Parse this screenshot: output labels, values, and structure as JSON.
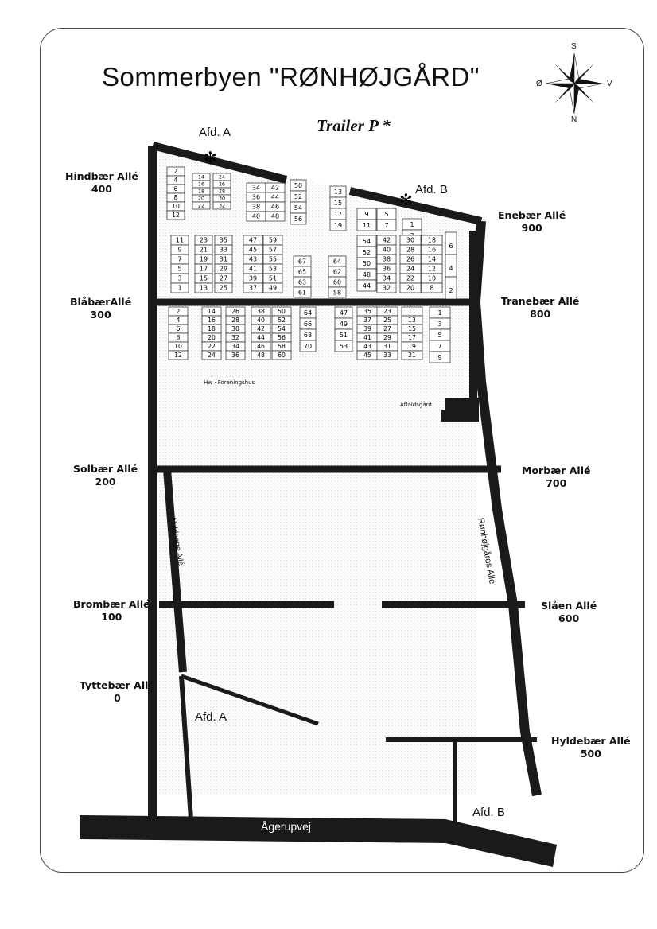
{
  "title": "Sommerbyen \"RØNHØJGÅRD\"",
  "subtitle": "Trailer P *",
  "compass": {
    "north": "N",
    "south": "S",
    "east": "Ø",
    "west": "V"
  },
  "streets": {
    "hindbaer": {
      "name": "Hindbær Allé",
      "number": "400"
    },
    "blabaer": {
      "name": "BlåbærAllé",
      "number": "300"
    },
    "solbaer": {
      "name": "Solbær Allé",
      "number": "200"
    },
    "brombaer": {
      "name": "Brombær Allé",
      "number": "100"
    },
    "tyttebaer": {
      "name": "Tyttebær Allé",
      "number": "0"
    },
    "enebaer": {
      "name": "Enebær Allé",
      "number": "900"
    },
    "tranebaer": {
      "name": "Tranebær Allé",
      "number": "800"
    },
    "morbaer": {
      "name": "Morbær Allé",
      "number": "700"
    },
    "slaen": {
      "name": "Slåen Allé",
      "number": "600"
    },
    "hyldebaer": {
      "name": "Hyldebær Allé",
      "number": "500"
    }
  },
  "sections": {
    "afd_a_top": "Afd. A",
    "afd_b_top": "Afd. B",
    "afd_a_bottom": "Afd. A",
    "afd_b_bottom": "Afd. B"
  },
  "roads": {
    "agerupvej": "Ågerupvej",
    "ronhojgards_alle": "Rønhøjgårds Allé",
    "jyderup_alle": "Hyldeage Allé"
  },
  "places": {
    "foreningshus": "Foreningshus",
    "affaldsgard": "Affaldsgård",
    "plus": "Hw"
  },
  "blocks": [
    {
      "col": [
        2,
        4,
        6,
        8,
        10,
        12
      ]
    },
    {
      "col": [
        14,
        16,
        18,
        20,
        22
      ]
    },
    {
      "col": [
        24,
        26,
        28,
        30,
        32
      ]
    },
    {
      "col": [
        34,
        36,
        38,
        40
      ]
    },
    {
      "col": [
        42,
        44,
        46,
        48
      ]
    },
    {
      "col": [
        50,
        52,
        54,
        56
      ]
    },
    {
      "col": [
        13,
        15,
        17,
        19
      ]
    },
    {
      "col": [
        11,
        9,
        7,
        5,
        3,
        1
      ]
    },
    {
      "col": [
        23,
        21,
        19,
        17,
        15,
        13
      ]
    },
    {
      "col": [
        35,
        33,
        31,
        29,
        27,
        25
      ]
    },
    {
      "col": [
        47,
        45,
        43,
        41,
        39,
        37
      ]
    },
    {
      "col": [
        59,
        57,
        55,
        53,
        51,
        49
      ]
    },
    {
      "col": [
        67,
        65,
        63,
        61
      ]
    },
    {
      "col": [
        64,
        62,
        60,
        58
      ]
    },
    {
      "col": [
        9,
        11
      ]
    },
    {
      "col": [
        5,
        7
      ]
    },
    {
      "col": [
        1,
        3
      ]
    },
    {
      "col": [
        54,
        52,
        50,
        48,
        44
      ]
    },
    {
      "col": [
        42,
        40,
        38,
        36,
        34,
        32
      ]
    },
    {
      "col": [
        30,
        28,
        26,
        24,
        22,
        20
      ]
    },
    {
      "col": [
        18,
        16,
        14,
        12,
        10,
        8
      ]
    },
    {
      "col": [
        6,
        4,
        2
      ]
    },
    {
      "col": [
        2,
        4,
        6,
        8,
        10,
        12
      ]
    },
    {
      "col": [
        14,
        16,
        18,
        20,
        22,
        24
      ]
    },
    {
      "col": [
        26,
        28,
        30,
        32,
        34,
        36
      ]
    },
    {
      "col": [
        38,
        40,
        42,
        44,
        46,
        48
      ]
    },
    {
      "col": [
        50,
        52,
        54,
        56,
        58,
        60
      ]
    },
    {
      "col": [
        64,
        66,
        68,
        70
      ]
    },
    {
      "col": [
        47,
        49,
        51,
        53
      ]
    },
    {
      "col": [
        35,
        37,
        39,
        41,
        43,
        45
      ]
    },
    {
      "col": [
        23,
        25,
        27,
        29,
        31,
        33
      ]
    },
    {
      "col": [
        11,
        13,
        15,
        17,
        19,
        21
      ]
    },
    {
      "col": [
        1,
        3,
        5,
        7,
        9
      ]
    }
  ]
}
